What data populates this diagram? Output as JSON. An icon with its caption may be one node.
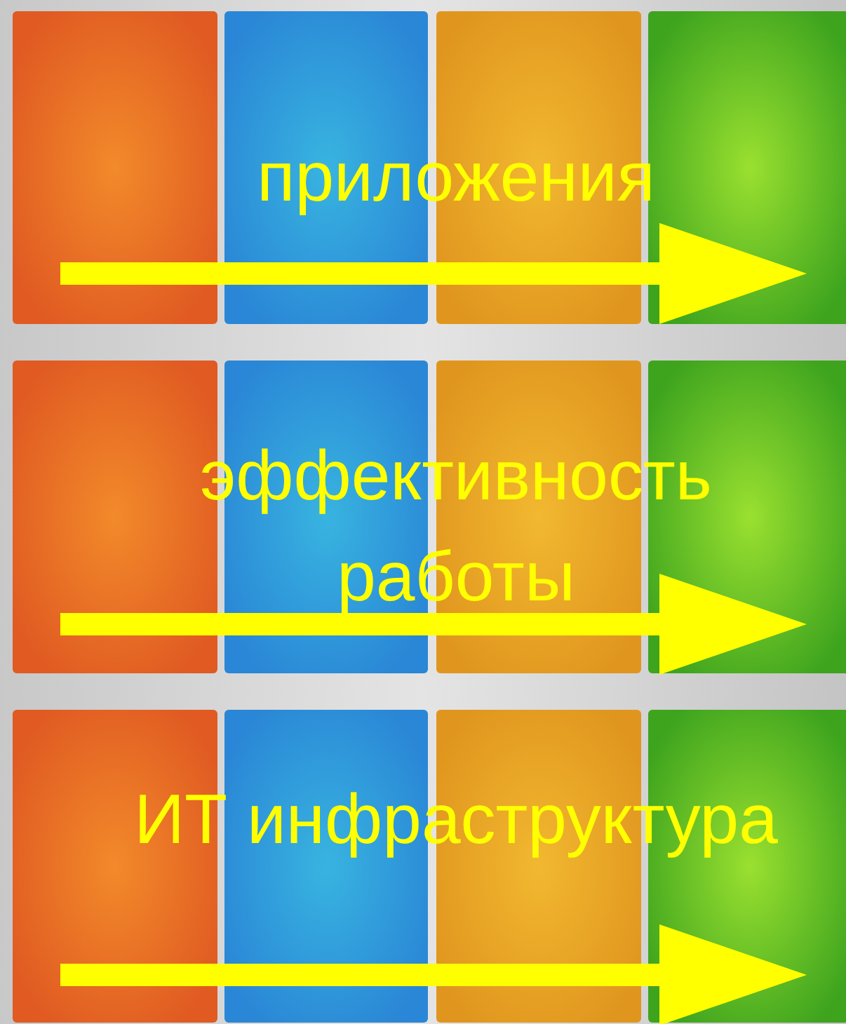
{
  "diagram": {
    "labels": [
      "приложения",
      "эффективность работы",
      "ИТ инфраструктура"
    ]
  }
}
